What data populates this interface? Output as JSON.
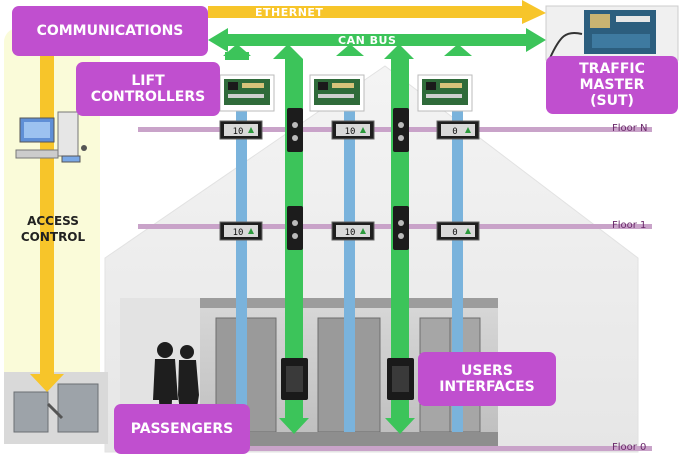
{
  "labels": {
    "communications": "COMMUNICATIONS",
    "ethernet": "ETHERNET",
    "can_bus": "CAN BUS",
    "lift_controllers_line1": "LIFT",
    "lift_controllers_line2": "CONTROLLERS",
    "traffic_master_line1": "TRAFFIC",
    "traffic_master_line2": "MASTER",
    "traffic_master_line3": "(SUT)",
    "access_control_line1": "ACCESS",
    "access_control_line2": "CONTROL",
    "users_interfaces_line1": "USERS",
    "users_interfaces_line2": "INTERFACES",
    "passengers": "PASSENGERS"
  },
  "floors": {
    "top": "Floor N",
    "middle": "Floor 1",
    "bottom": "Floor 0"
  },
  "floor_displays": [
    "10",
    "10",
    "0"
  ],
  "colors": {
    "magenta_tag": "#c04fcf",
    "ethernet_yellow": "#f7c52a",
    "can_green": "#3cc45a",
    "lift_blue": "#7ab3dc",
    "floor_line": "#c9a3c9",
    "access_panel": "#fafbd9"
  }
}
